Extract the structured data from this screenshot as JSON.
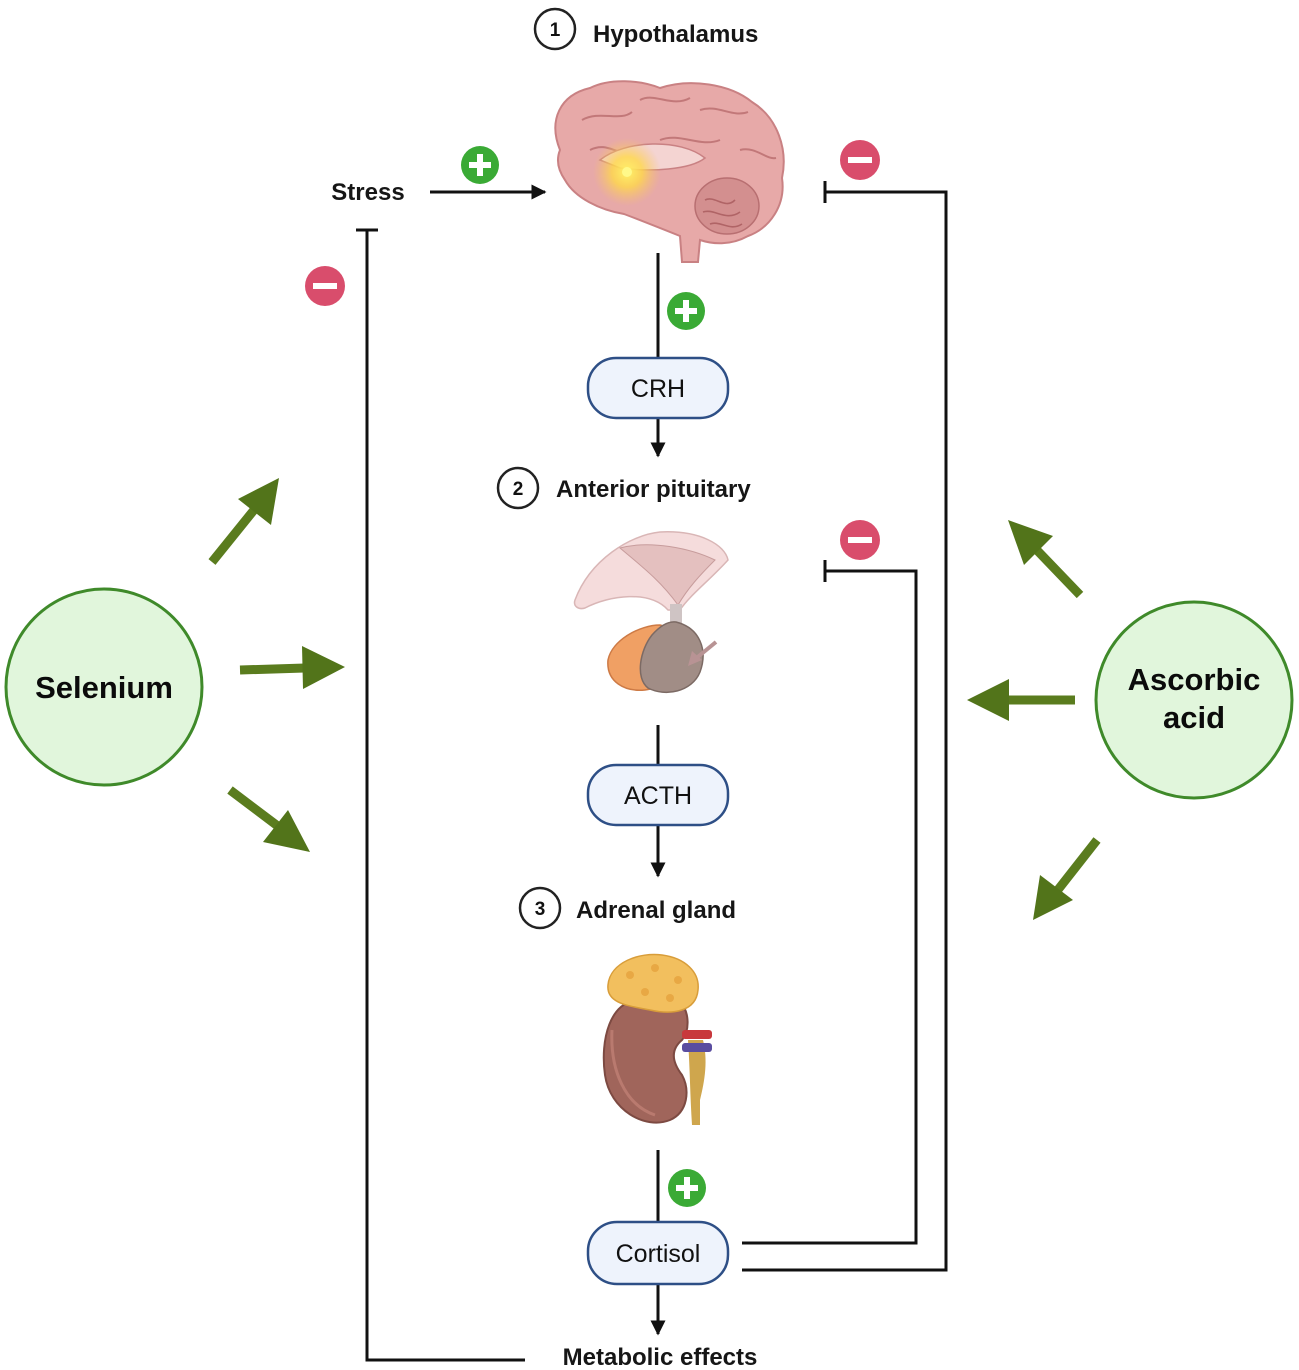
{
  "steps": [
    {
      "number": "1",
      "label": "Hypothalamus"
    },
    {
      "number": "2",
      "label": "Anterior pituitary"
    },
    {
      "number": "3",
      "label": "Adrenal gland"
    }
  ],
  "stress_label": "Stress",
  "boxes": {
    "crh": "CRH",
    "acth": "ACTH",
    "cortisol": "Cortisol"
  },
  "metabolic_label": "Metabolic effects",
  "selenium_label": "Selenium",
  "ascorbic_label_line1": "Ascorbic",
  "ascorbic_label_line2": "acid",
  "colors": {
    "stimulate": "#3aaa35",
    "inhibit": "#d94d6c",
    "agent_fill": "#e1f6dc",
    "agent_stroke": "#3f8a2a",
    "green_arrow": "#56781b",
    "box_stroke": "#2e4f86",
    "box_fill": "#eef3fc"
  },
  "icons": [
    "brain-icon",
    "pituitary-icon",
    "adrenal-kidney-icon",
    "plus-icon",
    "minus-icon",
    "green-arrow-icon"
  ]
}
